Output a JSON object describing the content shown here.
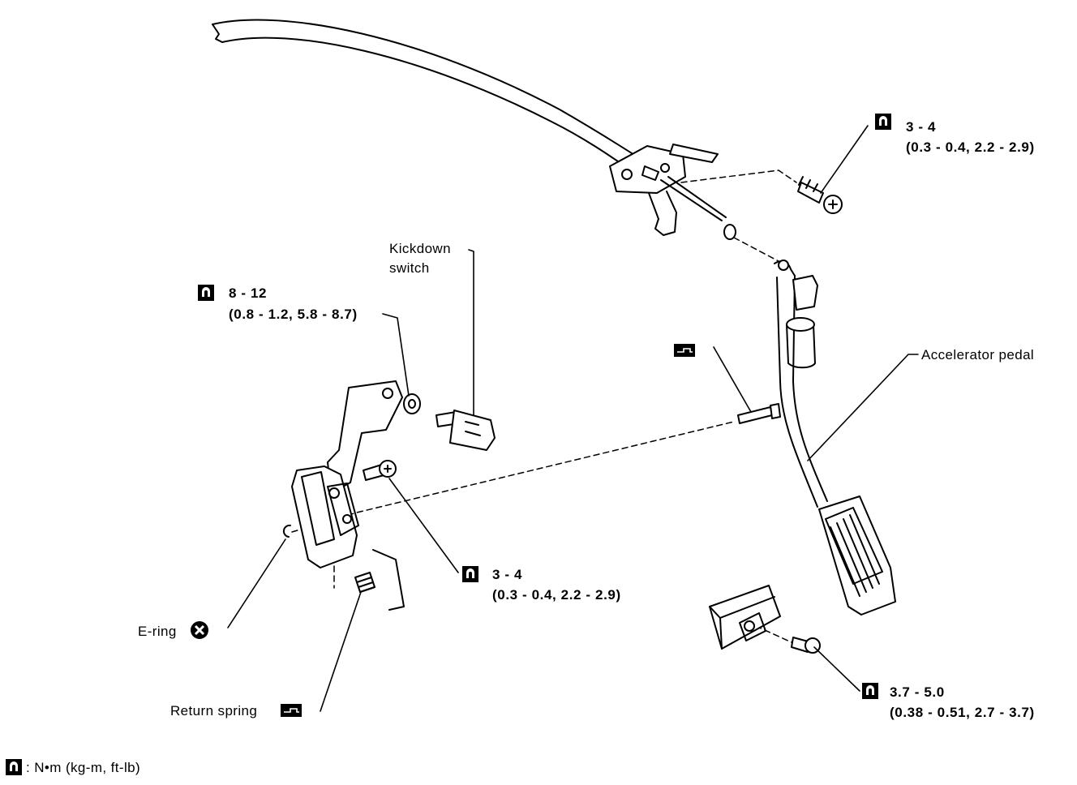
{
  "labels": {
    "kickdown_1": "Kickdown",
    "kickdown_2": "switch",
    "accelerator": "Accelerator pedal",
    "ering": "E-ring",
    "return_spring": "Return spring",
    "legend": ": N•m (kg-m, ft-lb)"
  },
  "torques": {
    "t1_a": "3 - 4",
    "t1_b": "(0.3 - 0.4, 2.2 - 2.9)",
    "t2_a": "8 - 12",
    "t2_b": "(0.8 - 1.2, 5.8 - 8.7)",
    "t3_a": "3 - 4",
    "t3_b": "(0.3 - 0.4, 2.2 - 2.9)",
    "t4_a": "3.7 - 5.0",
    "t4_b": "(0.38 - 0.51, 2.7 - 3.7)"
  },
  "icons": [
    "torque-wrench-icon",
    "grease-icon",
    "do-not-reuse-icon"
  ]
}
